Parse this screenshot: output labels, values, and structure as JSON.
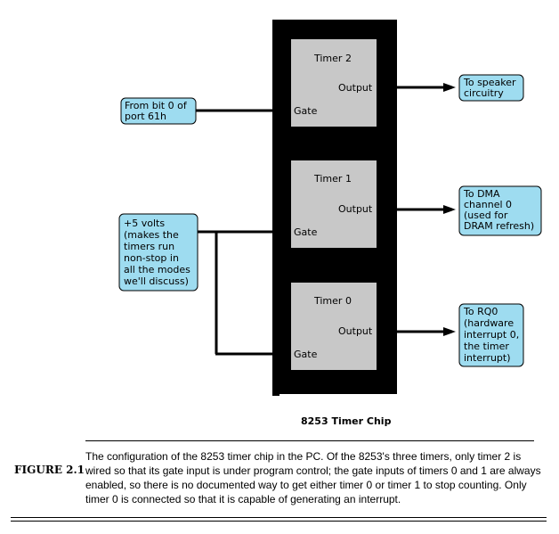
{
  "chip": {
    "caption": "8253 Timer Chip",
    "timers": [
      {
        "name": "Timer 2",
        "output": "Output",
        "gate": "Gate"
      },
      {
        "name": "Timer 1",
        "output": "Output",
        "gate": "Gate"
      },
      {
        "name": "Timer 0",
        "output": "Output",
        "gate": "Gate"
      }
    ]
  },
  "inputs": {
    "port_label": [
      "From bit 0 of",
      "port 61h"
    ],
    "volts_label": [
      "+5 volts",
      "(makes the",
      "timers run",
      "non-stop in",
      "all the modes",
      "we'll discuss)"
    ]
  },
  "outputs": {
    "speaker": [
      "To speaker",
      "circuitry"
    ],
    "dma": [
      "To DMA",
      "channel 0",
      "(used for",
      "DRAM refresh)"
    ],
    "irq": [
      "To RQ0",
      "(hardware",
      "interrupt 0,",
      "the timer",
      "interrupt)"
    ]
  },
  "figure": {
    "label": "FIGURE 2.1",
    "text": "The configuration of the 8253 timer chip in the PC. Of the 8253's three timers, only timer 2 is wired so that its gate input is under program control; the gate inputs of timers 0 and 1 are always enabled, so there is no documented way to get either timer 0 or timer 1 to stop counting. Only timer 0 is connected so that it is capable of generating an interrupt."
  },
  "colors": {
    "label_fill": "#9edcf0",
    "timer_fill": "#c8c8c8",
    "chip_fill": "#000000"
  }
}
